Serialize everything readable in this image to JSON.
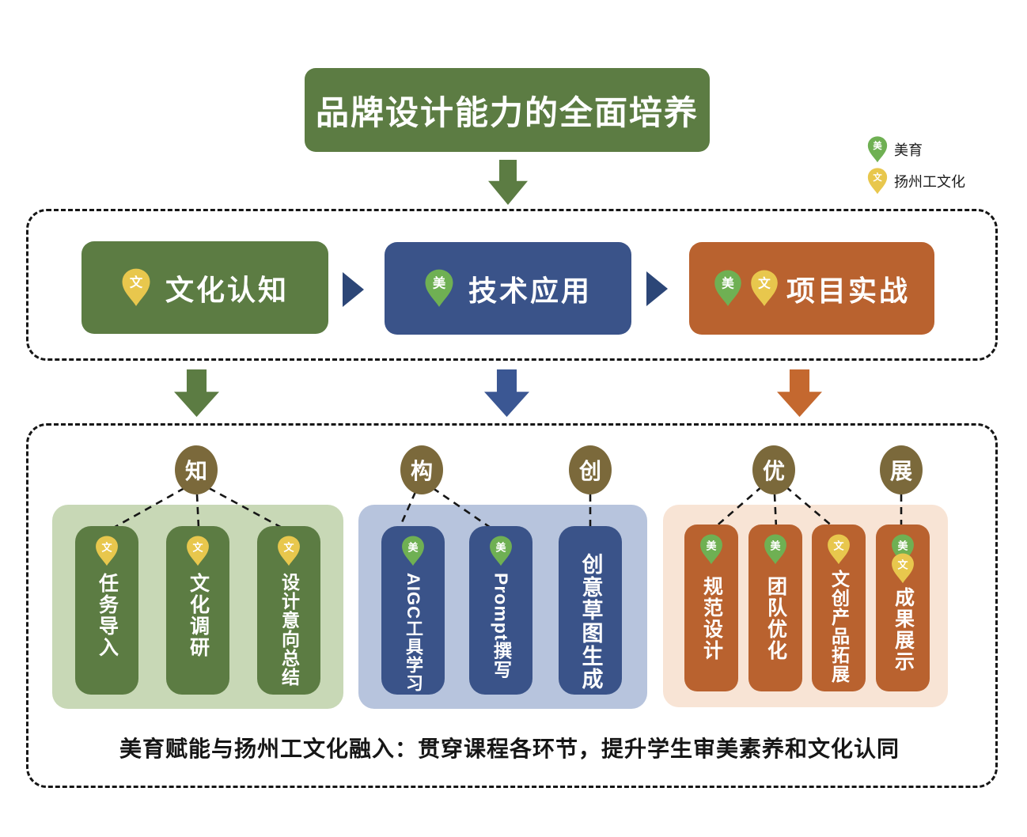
{
  "title": "品牌设计能力的全面培养",
  "legend": {
    "meiyu": {
      "glyph": "美",
      "label": "美育"
    },
    "wenhua": {
      "glyph": "文",
      "label": "扬州工文化"
    }
  },
  "stages": [
    {
      "label": "文化认知"
    },
    {
      "label": "技术应用"
    },
    {
      "label": "项目实战"
    }
  ],
  "phases": [
    {
      "badge": "知"
    },
    {
      "badge": "构"
    },
    {
      "badge": "创"
    },
    {
      "badge": "优"
    },
    {
      "badge": "展"
    }
  ],
  "panels": [
    {
      "boxes": [
        {
          "label": "任务导入"
        },
        {
          "label": "文化调研"
        },
        {
          "label": "设计意向总结"
        }
      ]
    },
    {
      "boxes": [
        {
          "label": "AIGC工具学习"
        },
        {
          "label": "Prompt撰写"
        },
        {
          "label": "创意草图生成"
        }
      ]
    },
    {
      "boxes": [
        {
          "label": "规范设计"
        },
        {
          "label": "团队优化"
        },
        {
          "label": "文创产品拓展"
        },
        {
          "label": "成果展示"
        }
      ]
    }
  ],
  "footer": "美育赋能与扬州工文化融入：贯穿课程各环节，提升学生审美素养和文化认同",
  "colors": {
    "green_dark": "#5c7c43",
    "green_light": "#c8d8b6",
    "blue_dark": "#3a5389",
    "blue_light": "#b7c4dd",
    "orange_dark": "#b9622f",
    "orange_light": "#f8e4d5",
    "olive_badge": "#7b693b",
    "pin_green": "#6fb053",
    "pin_yellow": "#e8c74d",
    "arrow_navy": "#2c4677"
  }
}
